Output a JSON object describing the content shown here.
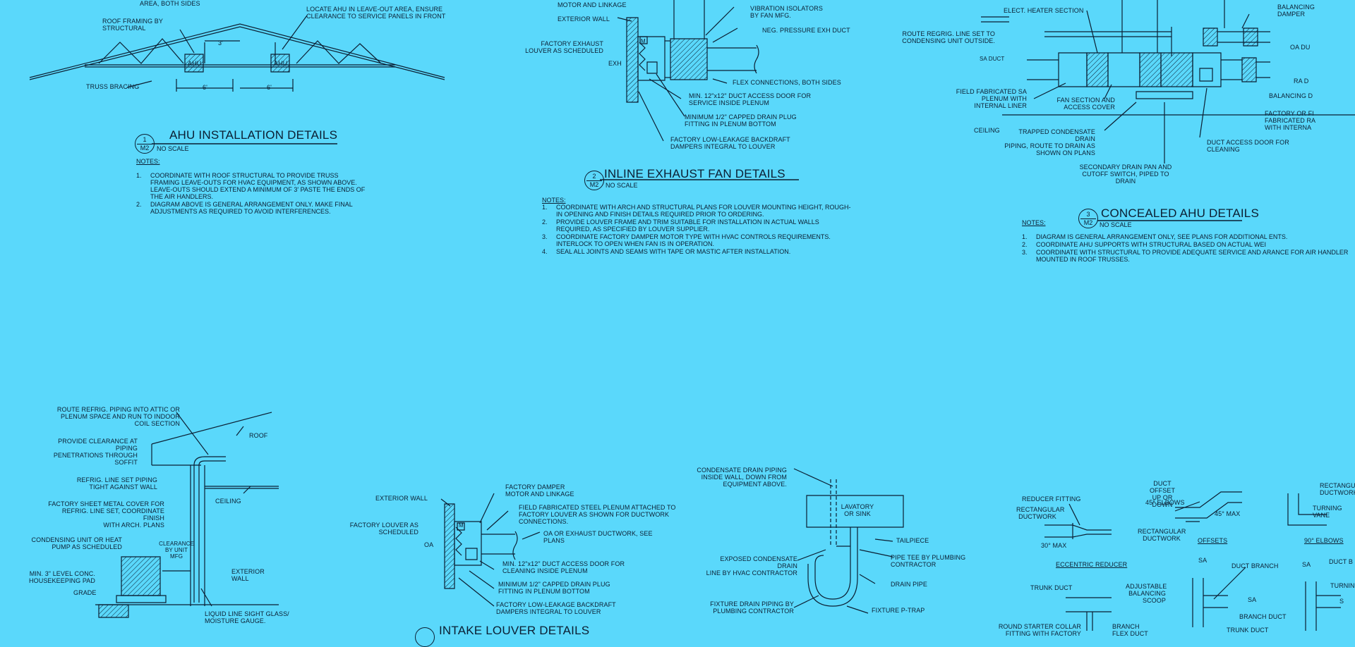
{
  "accent_color": "#5ad8fb",
  "ink_color": "#0b1f33",
  "ahu_installation": {
    "title": "AHU INSTALLATION DETAILS",
    "bubble_number": "1",
    "bubble_sheet": "M2",
    "scale": "NO SCALE",
    "notes_heading": "NOTES:",
    "notes": [
      {
        "num": "1.",
        "text": "COORDINATE WITH ROOF STRUCTURAL TO PROVIDE TRUSS FRAMING LEAVE-OUTS FOR HVAC EQUIPMENT, AS SHOWN ABOVE. LEAVE-OUTS SHOULD EXTEND A MINIMUM OF 3' PASTE THE ENDS OF THE AIR HANDLERS."
      },
      {
        "num": "2.",
        "text": "DIAGRAM ABOVE IS GENERAL ARRANGEMENT ONLY.  MAKE FINAL ADJUSTMENTS AS REQUIRED TO AVOID INTERFERENCES."
      }
    ],
    "labels": {
      "area_both_sides": "AREA, BOTH SIDES",
      "roof_framing": "ROOF FRAMING BY\nSTRUCTURAL",
      "locate_ahu": "LOCATE AHU IN LEAVE-OUT AREA, ENSURE\nCLEARANCE TO SERVICE PANELS IN FRONT",
      "truss_bracing": "TRUSS BRACING",
      "ahu_1": "AHU",
      "ahu_2": "AHU",
      "dim_3": "3'",
      "dim_6a": "6'",
      "dim_6b": "6'"
    }
  },
  "inline_exhaust": {
    "title": "INLINE EXHAUST FAN DETAILS",
    "bubble_number": "2",
    "bubble_sheet": "M2",
    "scale": "NO SCALE",
    "notes_heading": "NOTES:",
    "notes": [
      {
        "num": "1.",
        "text": "COORDINATE WITH ARCH AND STRUCTURAL PLANS FOR LOUVER MOUNTING HEIGHT, ROUGH-IN OPENING AND FINISH DETAILS REQUIRED PRIOR TO ORDERING."
      },
      {
        "num": "2.",
        "text": "PROVIDE LOUVER FRAME AND TRIM SUITABLE FOR INSTALLATION IN ACTUAL WALLS REQUIRED, AS SPECIFIED BY LOUVER SUPPLIER."
      },
      {
        "num": "3.",
        "text": "COORDINATE FACTORY DAMPER MOTOR TYPE WITH HVAC CONTROLS REQUIREMENTS. INTERLOCK TO OPEN WHEN FAN IS IN OPERATION."
      },
      {
        "num": "4.",
        "text": "SEAL ALL JOINTS AND SEAMS WITH TAPE OR MASTIC AFTER INSTALLATION."
      }
    ],
    "labels": {
      "motor_linkage": "MOTOR AND LINKAGE",
      "exterior_wall": "EXTERIOR WALL",
      "factory_louver": "FACTORY EXHAUST\nLOUVER AS SCHEDULED",
      "exh": "EXH",
      "vibration": "VIBRATION ISOLATORS\nBY FAN MFG.",
      "neg_pressure": "NEG. PRESSURE EXH DUCT",
      "flex": "FLEX CONNECTIONS, BOTH SIDES",
      "access_door": "MIN.  12\"x12\" DUCT ACCESS DOOR FOR\nSERVICE INSIDE PLENUM",
      "drain_plug": "MINIMUM 1/2\" CAPPED DRAIN PLUG\nFITTING IN PLENUM BOTTOM",
      "backdraft": "FACTORY LOW-LEAKAGE BACKDRAFT\nDAMPERS INTEGRAL TO LOUVER",
      "m_tag": "M"
    }
  },
  "concealed_ahu": {
    "title": "CONCEALED AHU DETAILS",
    "bubble_number": "3",
    "bubble_sheet": "M2",
    "scale": "NO SCALE",
    "notes_heading": "NOTES:",
    "notes": [
      {
        "num": "1.",
        "text": "DIAGRAM IS GENERAL ARRANGEMENT ONLY, SEE PLANS FOR ADDITIONAL        ENTS."
      },
      {
        "num": "2.",
        "text": "COORDINATE AHU SUPPORTS WITH STRUCTURAL BASED ON ACTUAL WEI"
      },
      {
        "num": "3.",
        "text": "COORDINATE WITH STRUCTURAL TO PROVIDE ADEQUATE SERVICE AND                    ARANCE FOR AIR HANDLER\nMOUNTED IN ROOF TRUSSES."
      }
    ],
    "labels": {
      "elect_heater": "ELECT. HEATER SECTION",
      "route_refrig": "ROUTE REGRIG. LINE SET TO\nCONDENSING UNIT OUTSIDE.",
      "sa_duct": "SA DUCT",
      "field_sa": "FIELD FABRICATED SA\nPLENUM WITH\nINTERNAL LINER",
      "fan_section": "FAN SECTION AND\nACCESS COVER",
      "ceiling": "CEILING",
      "trapped": "TRAPPED CONDENSATE DRAIN\nPIPING, ROUTE TO DRAIN AS\nSHOWN ON PLANS",
      "secondary": "SECONDARY DRAIN PAN AND\nCUTOFF SWITCH, PIPED TO\nDRAIN",
      "duct_access": "DUCT ACCESS DOOR FOR\nCLEANING",
      "balancing_damper": "BALANCING\nDAMPER",
      "oa_duct": "OA DU",
      "ra_duct": "RA D",
      "balancing_d2": "BALANCING D",
      "factory_fi": "FACTORY OR FI\nFABRICATED RA\nWITH INTERNA"
    }
  },
  "refrig_detail": {
    "labels": {
      "route_refrig": "ROUTE REFRIG. PIPING INTO ATTIC OR\nPLENUM SPACE AND RUN TO INDOOR\nCOIL SECTION",
      "roof": "ROOF",
      "provide_clearance": "PROVIDE CLEARANCE AT PIPING\nPENETRATIONS THROUGH\nSOFFIT",
      "refrig_line": "REFRIG. LINE SET PIPING\nTIGHT AGAINST WALL",
      "ceiling": "CEILING",
      "factory_cover": "FACTORY SHEET METAL COVER FOR\nREFRIG. LINE SET, COORDINATE FINISH\nWITH ARCH. PLANS",
      "condensing": "CONDENSING UNIT OR HEAT\nPUMP AS SCHEDULED",
      "clearance": "CLEARANCE\nBY UNIT\nMFG",
      "pad": "MIN.  3\" LEVEL CONC.\nHOUSEKEEPING PAD",
      "exterior_wall": "EXTERIOR\nWALL",
      "grade": "GRADE",
      "sight_glass": "LIQUID LINE SIGHT GLASS/\nMOISTURE GAUGE."
    }
  },
  "intake_louver": {
    "title": "INTAKE LOUVER DETAILS",
    "labels": {
      "factory_damper": "FACTORY DAMPER\nMOTOR AND LINKAGE",
      "exterior_wall": "EXTERIOR WALL",
      "field_plenum": "FIELD FABRICATED STEEL PLENUM ATTACHED TO\nFACTORY LOUVER AS SHOWN FOR DUCTWORK\nCONNECTIONS.",
      "factory_louver": "FACTORY  LOUVER AS\nSCHEDULED",
      "oa": "OA",
      "oa_exhaust": "OA OR EXHAUST DUCTWORK, SEE\nPLANS",
      "access_door": "MIN. 12\"x12\" DUCT ACCESS DOOR FOR\nCLEANING INSIDE PLENUM",
      "drain_plug": "MINIMUM 1/2\" CAPPED DRAIN PLUG\nFITTING IN PLENUM BOTTOM",
      "backdraft": "FACTORY LOW-LEAKAGE BACKDRAFT\nDAMPERS INTEGRAL TO LOUVER",
      "m_tag": "M"
    }
  },
  "condensate_detail": {
    "labels": {
      "condensate_drain": "CONDENSATE DRAIN PIPING\nINSIDE WALL, DOWN FROM\nEQUIPMENT ABOVE.",
      "lavatory": "LAVATORY\nOR SINK",
      "tailpiece": "TAILPIECE",
      "exposed": "EXPOSED CONDENSATE DRAIN\nLINE BY HVAC CONTRACTOR",
      "pipe_tee": "PIPE TEE BY PLUMBING\nCONTRACTOR",
      "drain_pipe": "DRAIN PIPE",
      "fixture_drain": "FIXTURE DRAIN PIPING BY\nPLUMBING CONTRACTOR",
      "p_trap": "FIXTURE P-TRAP"
    }
  },
  "duct_fittings": {
    "labels": {
      "reducer_fitting": "REDUCER FITTING",
      "rect_duct_1": "RECTANGULAR\nDUCTWORK",
      "max_30": "30° MAX",
      "eccentric": "ECCENTRIC REDUCER",
      "duct_offset": "DUCT OFFSET\nUP OR DOWN",
      "elbows_45": "45° ELBOWS",
      "max_45": "45° MAX",
      "rect_duct_2": "RECTANGULAR\nDUCTWORK",
      "offsets": "OFFSETS",
      "rect_duct_3": "RECTANGULAR\nDUCTWORK",
      "turning_vanes": "TURNING VANE",
      "elbows_90": "90° ELBOWS",
      "sa_1": "SA",
      "duct_branch": "DUCT BRANCH",
      "trunk_duct": "TRUNK DUCT",
      "adjustable": "ADJUSTABLE\nBALANCING\nSCOOP",
      "sa_2": "SA",
      "branch_duct": "BRANCH DUCT",
      "trunk_duct_2": "TRUNK DUCT",
      "round_starter": "ROUND STARTER COLLAR\nFITTING WITH FACTORY",
      "branch_flex": "BRANCH\nFLEX DUCT",
      "sa_3": "SA",
      "duct_b": "DUCT B",
      "turnin": "TURNIN",
      "s_cut": "S"
    }
  }
}
